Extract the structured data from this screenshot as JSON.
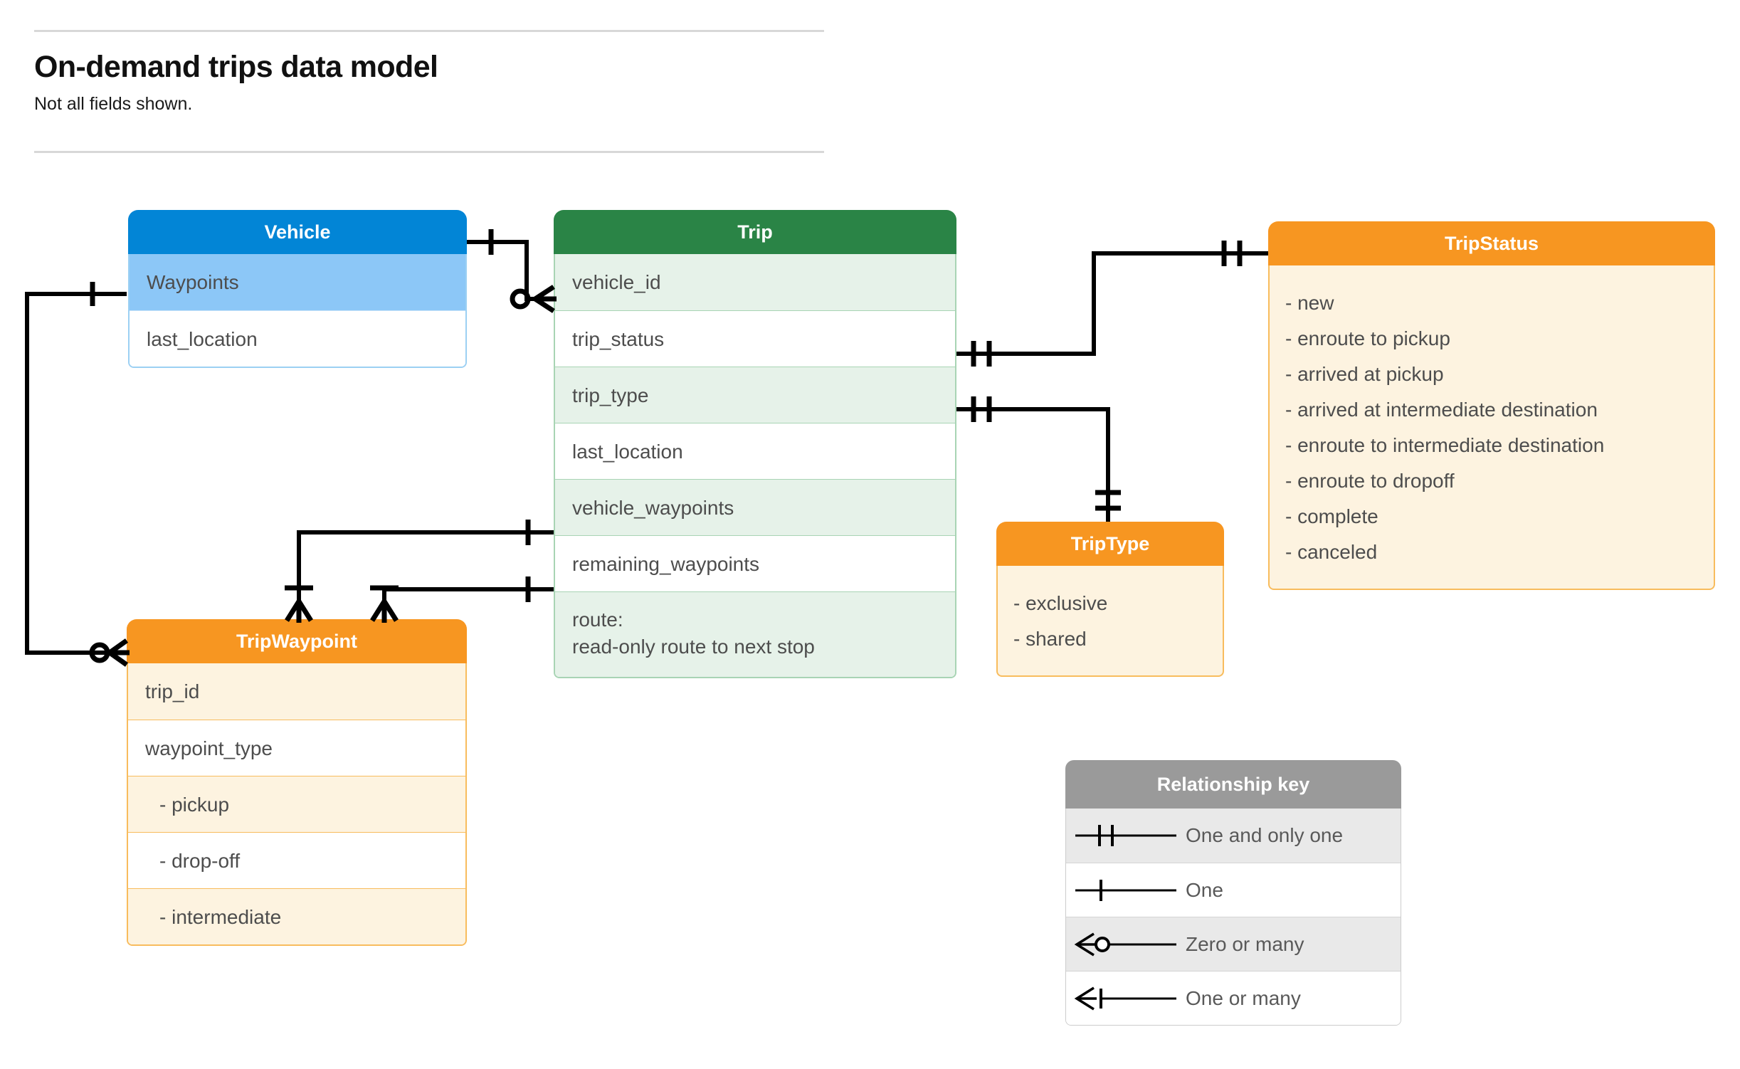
{
  "header": {
    "title": "On-demand trips data model",
    "subtitle": "Not all fields shown."
  },
  "entities": {
    "vehicle": {
      "title": "Vehicle",
      "fields": [
        "Waypoints",
        "last_location"
      ],
      "header_color": "#0285d6",
      "row_color": "#8cc7f7"
    },
    "trip": {
      "title": "Trip",
      "fields": [
        "vehicle_id",
        "trip_status",
        "trip_type",
        "last_location",
        "vehicle_waypoints",
        "remaining_waypoints"
      ],
      "route_label": "route:",
      "route_note": "read-only route to next stop",
      "header_color": "#2a8446",
      "row_color": "#e6f2e9"
    },
    "trip_waypoint": {
      "title": "TripWaypoint",
      "fields": [
        "trip_id",
        "waypoint_type",
        "-  pickup",
        "-  drop-off",
        "-  intermediate"
      ],
      "header_color": "#f79621",
      "row_color": "#fdf3e0"
    },
    "trip_status": {
      "title": "TripStatus",
      "values": [
        "- new",
        "- enroute to pickup",
        "- arrived at pickup",
        "- arrived at intermediate destination",
        "- enroute to intermediate destination",
        "- enroute to dropoff",
        "- complete",
        "- canceled"
      ],
      "header_color": "#f79621",
      "body_color": "#fdf3e0"
    },
    "trip_type": {
      "title": "TripType",
      "values": [
        "- exclusive",
        "- shared"
      ],
      "header_color": "#f79621",
      "body_color": "#fdf3e0"
    }
  },
  "legend": {
    "title": "Relationship key",
    "rows": [
      {
        "symbol": "one-and-only-one",
        "label": "One and only one"
      },
      {
        "symbol": "one",
        "label": "One"
      },
      {
        "symbol": "zero-or-many",
        "label": "Zero or many"
      },
      {
        "symbol": "one-or-many",
        "label": "One or many"
      }
    ],
    "header_color": "#9a9a9a"
  },
  "relationships": [
    {
      "from": "Vehicle.Waypoints",
      "to": "TripWaypoint",
      "from_card": "one",
      "to_card": "zero or many"
    },
    {
      "from": "Vehicle",
      "to": "Trip.vehicle_id",
      "from_card": "one",
      "to_card": "zero or many"
    },
    {
      "from": "Trip.trip_status",
      "to": "TripStatus",
      "from_card": "one and only one",
      "to_card": "one and only one"
    },
    {
      "from": "Trip.trip_type",
      "to": "TripType",
      "from_card": "one and only one",
      "to_card": "one and only one"
    },
    {
      "from": "Trip.vehicle_waypoints",
      "to": "TripWaypoint",
      "from_card": "one",
      "to_card": "one or many"
    },
    {
      "from": "Trip.remaining_waypoints",
      "to": "TripWaypoint",
      "from_card": "one",
      "to_card": "one or many"
    }
  ]
}
